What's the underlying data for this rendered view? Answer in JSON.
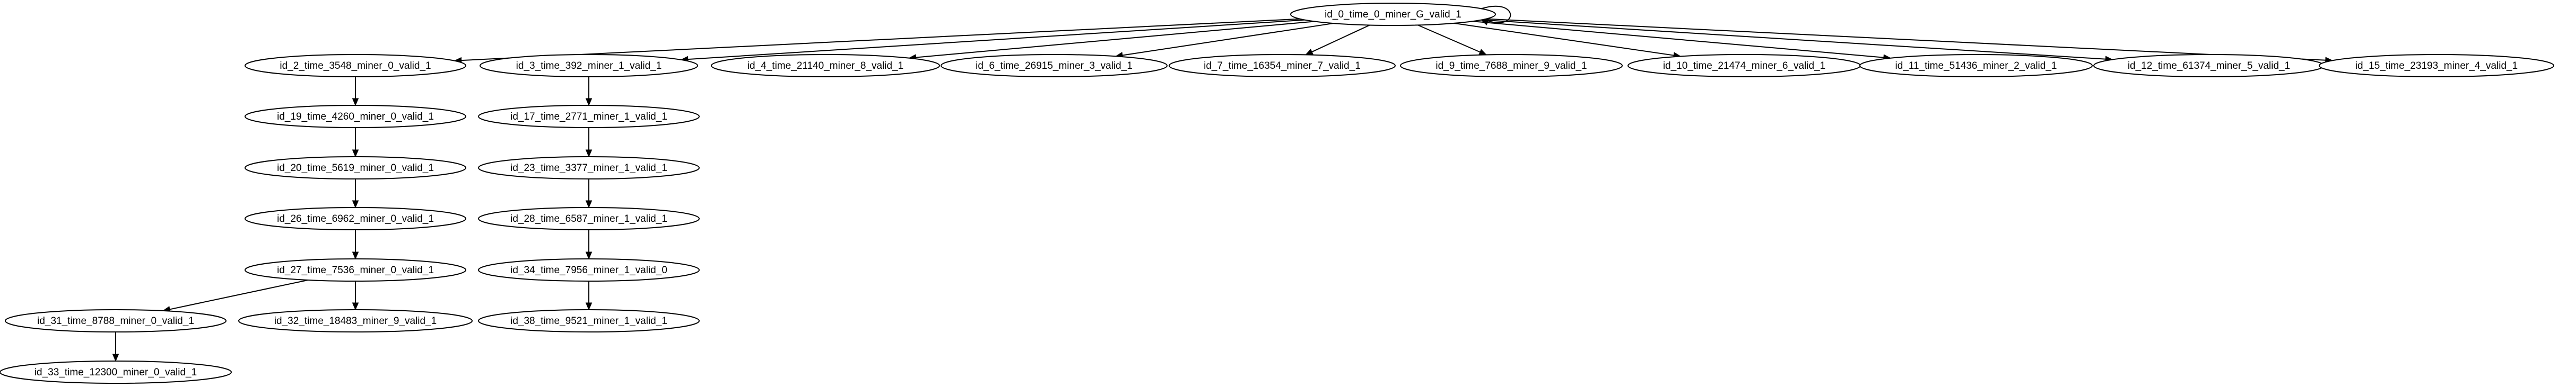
{
  "graph": {
    "nodes": [
      {
        "id": "n0",
        "label": "id_0_time_0_miner_G_valid_1"
      },
      {
        "id": "n2",
        "label": "id_2_time_3548_miner_0_valid_1"
      },
      {
        "id": "n3",
        "label": "id_3_time_392_miner_1_valid_1"
      },
      {
        "id": "n4",
        "label": "id_4_time_21140_miner_8_valid_1"
      },
      {
        "id": "n6",
        "label": "id_6_time_26915_miner_3_valid_1"
      },
      {
        "id": "n7",
        "label": "id_7_time_16354_miner_7_valid_1"
      },
      {
        "id": "n9",
        "label": "id_9_time_7688_miner_9_valid_1"
      },
      {
        "id": "n10",
        "label": "id_10_time_21474_miner_6_valid_1"
      },
      {
        "id": "n11",
        "label": "id_11_time_51436_miner_2_valid_1"
      },
      {
        "id": "n12",
        "label": "id_12_time_61374_miner_5_valid_1"
      },
      {
        "id": "n15",
        "label": "id_15_time_23193_miner_4_valid_1"
      },
      {
        "id": "n19",
        "label": "id_19_time_4260_miner_0_valid_1"
      },
      {
        "id": "n17",
        "label": "id_17_time_2771_miner_1_valid_1"
      },
      {
        "id": "n20",
        "label": "id_20_time_5619_miner_0_valid_1"
      },
      {
        "id": "n23",
        "label": "id_23_time_3377_miner_1_valid_1"
      },
      {
        "id": "n26",
        "label": "id_26_time_6962_miner_0_valid_1"
      },
      {
        "id": "n28",
        "label": "id_28_time_6587_miner_1_valid_1"
      },
      {
        "id": "n27",
        "label": "id_27_time_7536_miner_0_valid_1"
      },
      {
        "id": "n34",
        "label": "id_34_time_7956_miner_1_valid_0"
      },
      {
        "id": "n31",
        "label": "id_31_time_8788_miner_0_valid_1"
      },
      {
        "id": "n32",
        "label": "id_32_time_18483_miner_9_valid_1"
      },
      {
        "id": "n38",
        "label": "id_38_time_9521_miner_1_valid_1"
      },
      {
        "id": "n33",
        "label": "id_33_time_12300_miner_0_valid_1"
      }
    ],
    "edges": [
      {
        "from": "n0",
        "to": "n0"
      },
      {
        "from": "n0",
        "to": "n2"
      },
      {
        "from": "n0",
        "to": "n3"
      },
      {
        "from": "n0",
        "to": "n4"
      },
      {
        "from": "n0",
        "to": "n6"
      },
      {
        "from": "n0",
        "to": "n7"
      },
      {
        "from": "n0",
        "to": "n9"
      },
      {
        "from": "n0",
        "to": "n10"
      },
      {
        "from": "n0",
        "to": "n11"
      },
      {
        "from": "n0",
        "to": "n12"
      },
      {
        "from": "n0",
        "to": "n15"
      },
      {
        "from": "n2",
        "to": "n19"
      },
      {
        "from": "n19",
        "to": "n20"
      },
      {
        "from": "n20",
        "to": "n26"
      },
      {
        "from": "n26",
        "to": "n27"
      },
      {
        "from": "n27",
        "to": "n31"
      },
      {
        "from": "n27",
        "to": "n32"
      },
      {
        "from": "n31",
        "to": "n33"
      },
      {
        "from": "n3",
        "to": "n17"
      },
      {
        "from": "n17",
        "to": "n23"
      },
      {
        "from": "n23",
        "to": "n28"
      },
      {
        "from": "n28",
        "to": "n34"
      },
      {
        "from": "n34",
        "to": "n38"
      }
    ]
  }
}
